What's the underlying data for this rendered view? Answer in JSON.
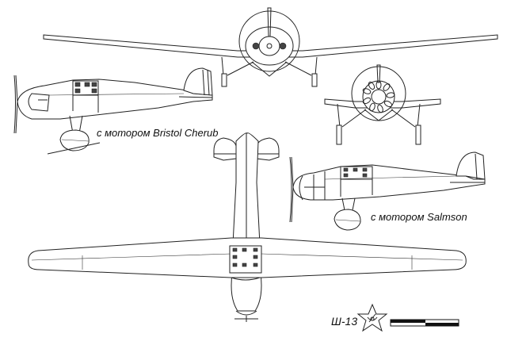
{
  "captions": {
    "bristol": "с мотором Bristol Cherub",
    "salmson": "с мотором Salmson"
  },
  "designation": "Ш-13",
  "colors": {
    "line": "#222222",
    "background": "#ffffff",
    "scale_bar": "#111111"
  },
  "icons": {
    "emblem": "soviet-star-hammer-sickle",
    "propeller": "two-blade-propeller"
  },
  "views": [
    "front-view-bristol",
    "front-view-salmson",
    "side-view-bristol",
    "side-view-salmson",
    "top-view"
  ]
}
